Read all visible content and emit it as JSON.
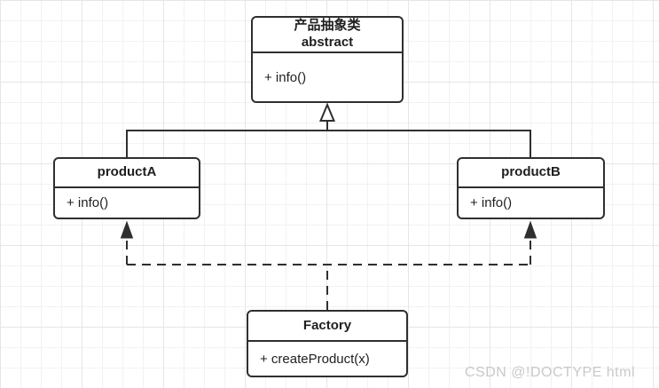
{
  "diagram": {
    "type": "uml-class-diagram",
    "classes": {
      "abstract_product": {
        "title_line1": "产品抽象类",
        "title_line2": "abstract",
        "member": "+ info()"
      },
      "productA": {
        "title": "productA",
        "member": "+ info()"
      },
      "productB": {
        "title": "productB",
        "member": "+ info()"
      },
      "factory": {
        "title": "Factory",
        "member": "+ createProduct(x)"
      }
    },
    "relations": [
      {
        "type": "inheritance",
        "style": "solid",
        "arrowhead": "hollow-triangle",
        "from": [
          "productA",
          "productB"
        ],
        "to": "abstract_product"
      },
      {
        "type": "dependency",
        "style": "dashed",
        "arrowhead": "solid-triangle",
        "from": "factory",
        "to": [
          "productA",
          "productB"
        ]
      }
    ],
    "colors": {
      "line": "#2f2f2f",
      "text": "#1f1f1f",
      "watermark": "#c9c9c9",
      "grid_minor": "#f2f2f5",
      "grid_major": "#e6e6ea",
      "background": "#ffffff"
    }
  },
  "watermark": {
    "text": "CSDN @!DOCTYPE html"
  }
}
